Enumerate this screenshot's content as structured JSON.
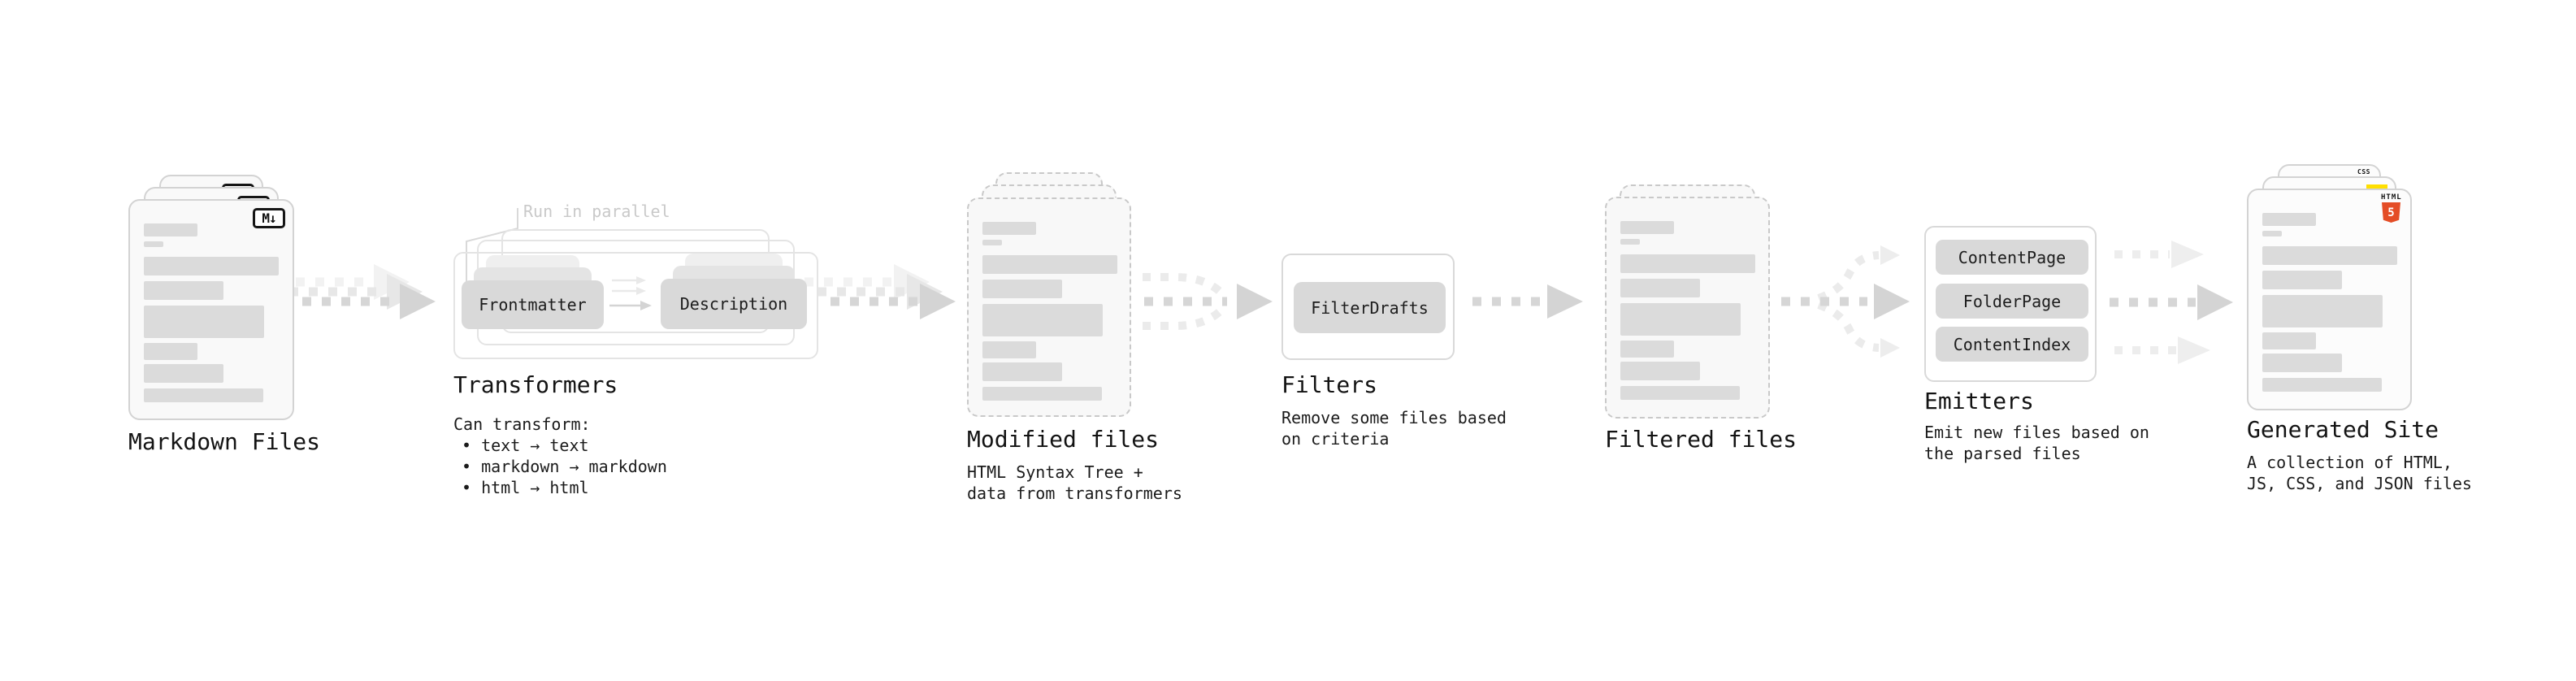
{
  "stages": {
    "markdown": {
      "label": "Markdown Files",
      "file_badge": "M↓"
    },
    "transformers": {
      "label": "Transformers",
      "annotation": "Run in parallel",
      "pill_left": "Frontmatter",
      "pill_right": "Description",
      "desc_title": "Can transform:",
      "bullets": [
        "• text → text",
        "• markdown → markdown",
        "• html → html"
      ]
    },
    "modified": {
      "label": "Modified files",
      "desc_line1": "HTML Syntax Tree +",
      "desc_line2": "data from transformers"
    },
    "filters": {
      "label": "Filters",
      "pill": "FilterDrafts",
      "desc_line1": "Remove some files based",
      "desc_line2": "on criteria"
    },
    "filtered": {
      "label": "Filtered files"
    },
    "emitters": {
      "label": "Emitters",
      "pills": [
        "ContentPage",
        "FolderPage",
        "ContentIndex"
      ],
      "desc_line1": "Emit new files based on",
      "desc_line2": "the parsed files"
    },
    "generated": {
      "label": "Generated Site",
      "css_badge": "CSS",
      "html_badge_text": "HTML",
      "html_badge_number": "5",
      "desc_line1": "A collection of HTML,",
      "desc_line2": "JS, CSS, and JSON files"
    }
  },
  "colors": {
    "html5_orange": "#e44d26",
    "css_blue": "#2962ff",
    "js_yellow": "#ffdf00",
    "annotation_gray": "#c9c9c9",
    "arrow_dark": "#d6d6d6",
    "arrow_light": "#e9e9e9"
  }
}
